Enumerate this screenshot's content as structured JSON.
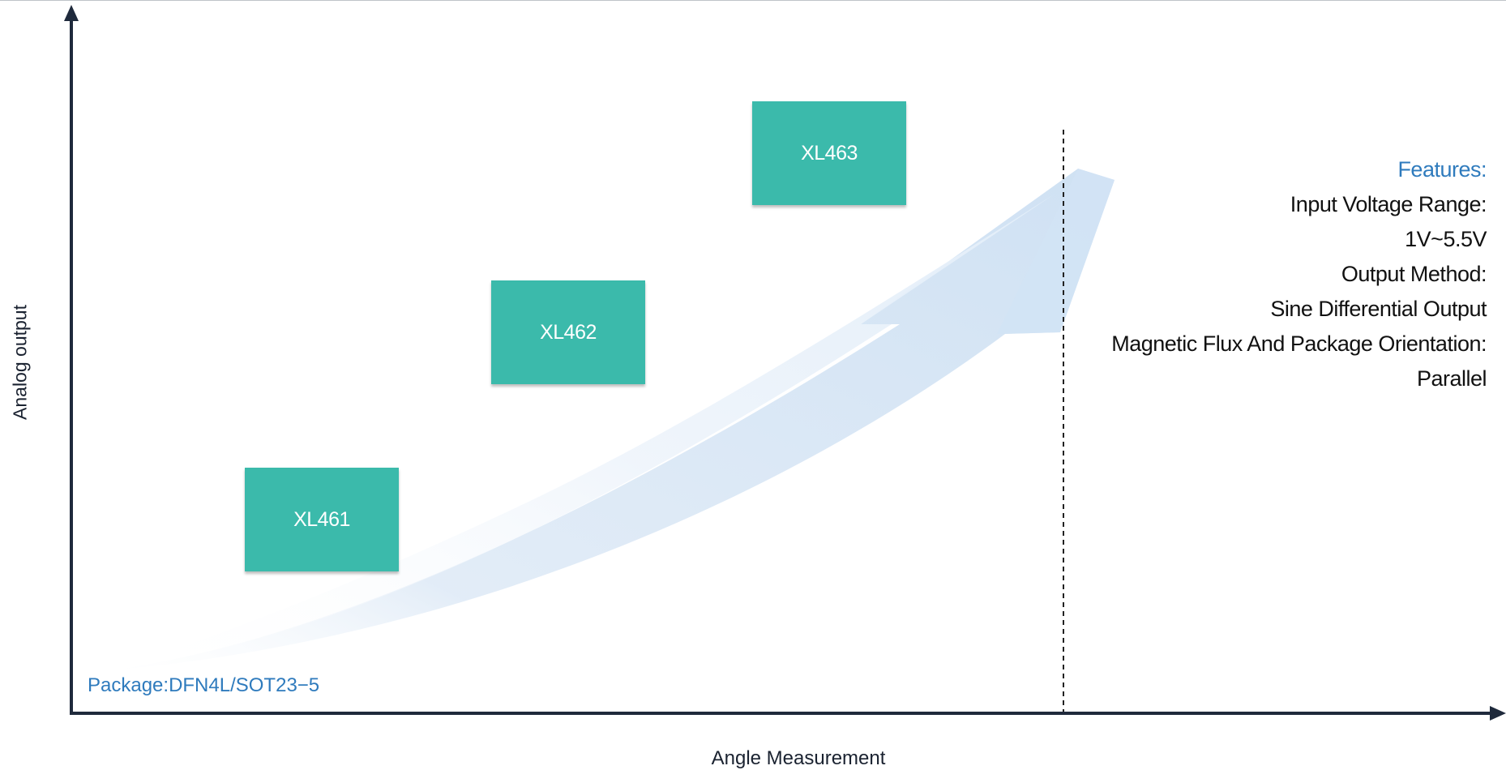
{
  "diagram": {
    "y_axis_label": "Analog output",
    "x_axis_label": "Angle Measurement",
    "package_label": "Package:DFN4L/SOT23−5",
    "products": [
      "XL461",
      "XL462",
      "XL463"
    ],
    "features": {
      "title": "Features:",
      "lines": [
        "Input Voltage Range:",
        "1V~5.5V",
        "Output Method:",
        "Sine Differential Output",
        "Magnetic Flux And Package Orientation:",
        "Parallel"
      ]
    },
    "colors": {
      "axis": "#1f2a3c",
      "product_box": "#3bbaab",
      "accent_text": "#2f7bbd",
      "arrow": "#d6e6f6"
    },
    "icons": [
      "growth-arrow-icon"
    ]
  }
}
